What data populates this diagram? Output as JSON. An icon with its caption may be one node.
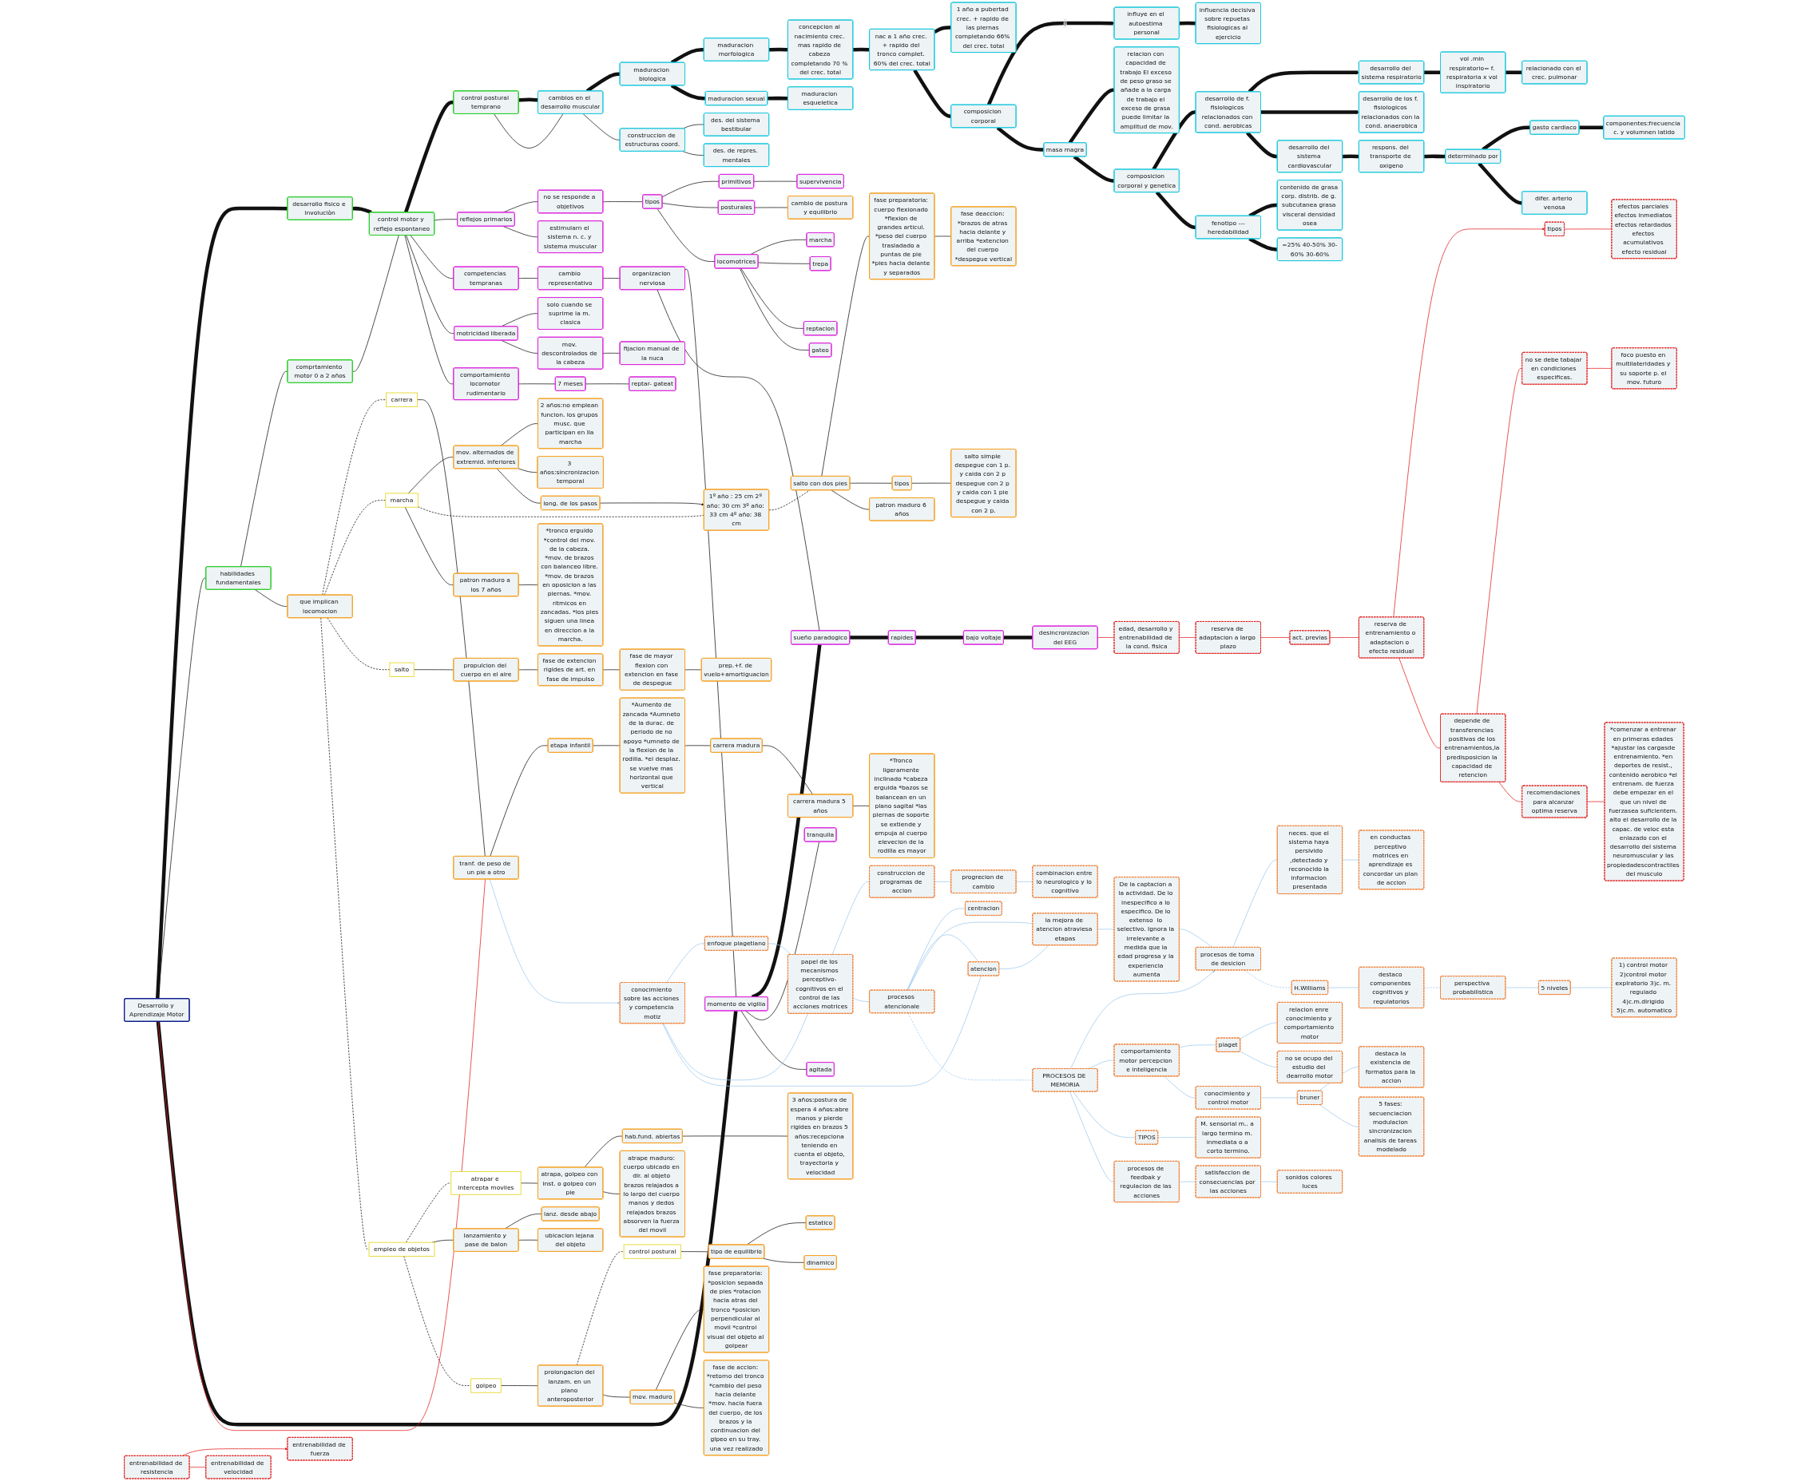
{
  "diagram": {
    "nodes": [
      {
        "text": [
          "Desarrollo y Aprendizaje Motor"
        ]
      },
      {
        "text": [
          "desarrollo fisico e involuciòn"
        ]
      },
      {
        "text": [
          "habilidades fundamentales"
        ]
      },
      {
        "text": [
          "comprtamiento motor 0 a 2 años"
        ]
      },
      {
        "text": [
          "control motor y reflejo espontaneo"
        ]
      },
      {
        "text": [
          "control postural temprano"
        ]
      },
      {
        "text": [
          "reflejos primarios"
        ]
      },
      {
        "text": [
          "no se responde a objetivos"
        ]
      },
      {
        "text": [
          "tipos"
        ]
      },
      {
        "text": [
          "primitivos"
        ]
      },
      {
        "text": [
          "supervivencia"
        ]
      },
      {
        "text": [
          "posturales"
        ]
      },
      {
        "text": [
          "locomotrices"
        ]
      },
      {
        "text": [
          "marcha"
        ]
      },
      {
        "text": [
          "trepa"
        ]
      },
      {
        "text": [
          "reptacion"
        ]
      },
      {
        "text": [
          "gateo"
        ]
      },
      {
        "text": [
          "estimularn el sistema n. c. y sistema muscular"
        ]
      },
      {
        "text": [
          "competencias tempranas"
        ]
      },
      {
        "text": [
          "cambio representativo"
        ]
      },
      {
        "text": [
          "organizacion nerviosa"
        ]
      },
      {
        "text": [
          "momento de vigilia"
        ]
      },
      {
        "text": [
          "tranquila"
        ]
      },
      {
        "text": [
          "agitada"
        ]
      },
      {
        "text": [
          "sueño paradogico"
        ]
      },
      {
        "text": [
          "rapides"
        ]
      },
      {
        "text": [
          "bajo voltaje"
        ]
      },
      {
        "text": [
          "desincronizacion del EEG"
        ]
      },
      {
        "text": [
          "motricidad liberada"
        ]
      },
      {
        "text": [
          "solo cuando se suprime la m. clasica"
        ]
      },
      {
        "text": [
          "mov. descontrolados de la cabeza"
        ]
      },
      {
        "text": [
          "fijacion manual de la nuca"
        ]
      },
      {
        "text": [
          "comportamiento locomotor rudimentario"
        ]
      },
      {
        "text": [
          "7 meses"
        ]
      },
      {
        "text": [
          "reptar- gateat"
        ]
      },
      {
        "text": [
          "cambios en el desarrollo muscular"
        ]
      },
      {
        "text": [
          "construccion de estructuras coord."
        ]
      },
      {
        "text": [
          "des. del sistema bestibular"
        ]
      },
      {
        "text": [
          "des. de repres. mentales"
        ]
      },
      {
        "text": [
          "maduracion biologica"
        ]
      },
      {
        "text": [
          "maduracion morfologica"
        ]
      },
      {
        "text": [
          "concepcion al nacimiento crec. mas rapido de cabeza completando 70 % del crec. total"
        ]
      },
      {
        "text": [
          "nac a 1 año crec. + rapido del tronco complet. 60% del crec. total"
        ]
      },
      {
        "text": [
          "1 año a pubertad crec. + rapido de las piernas completando 66% del crec. total"
        ]
      },
      {
        "text": [
          "maduracion sexual"
        ]
      },
      {
        "text": [
          "maduracion esqueletica"
        ]
      },
      {
        "text": [
          "composicion corporal"
        ]
      },
      {
        "text": [
          "influye en el autoestima personal"
        ]
      },
      {
        "text": [
          "influencia decisiva sobre repuetas fisiologicas al ejercicio"
        ]
      },
      {
        "text": [
          "masa magra"
        ]
      },
      {
        "text": [
          "relacion con capacidad de trabajo El exceso de peso graso se añade a la carga de trabajo el exceso de grasa puede limitar la amplitud de mov."
        ]
      },
      {
        "text": [
          "composicion corporal y genetica"
        ]
      },
      {
        "text": [
          "fenotipo ---heredabilidad"
        ]
      },
      {
        "text": [
          "contenido de grasa corp. distrib. de g. subcutanea grasa visceral densidad osea"
        ]
      },
      {
        "text": [
          "=25% 40-50% 30-60% 30-60%"
        ]
      },
      {
        "text": [
          "desarrollo de f. fisiologicos relacionados con cond. aerobicas"
        ]
      },
      {
        "text": [
          "desarrollo del sistema respiratorio"
        ]
      },
      {
        "text": [
          "desarrollo de los f. fisiologicos relacionados con la cond. anaerobica"
        ]
      },
      {
        "text": [
          "vol .min respiratorio= f. respiratoria x vol inspiratorio"
        ]
      },
      {
        "text": [
          "relacionado con el crec. pulmonar"
        ]
      },
      {
        "text": [
          "desarrollo del sistema cardiovascular"
        ]
      },
      {
        "text": [
          "respons. del transporte de oxigeno"
        ]
      },
      {
        "text": [
          "determinado por"
        ]
      },
      {
        "text": [
          "gasto cardiaco"
        ]
      },
      {
        "text": [
          "difer. arterio venosa"
        ]
      },
      {
        "text": [
          "componentes:frecuencia c. y volumnen latido"
        ]
      },
      {
        "text": [
          "que implican locomocion"
        ]
      },
      {
        "text": [
          "cambio de postura y equilibrio"
        ]
      },
      {
        "text": [
          "carrera"
        ]
      },
      {
        "text": [
          "tranf. de peso de un pie a otro"
        ]
      },
      {
        "text": [
          "etapa infantil"
        ]
      },
      {
        "text": [
          "*Aumento de zancada *Aumneto de la durac. de periodo de no apoyo *umneto de la flexion de la rodilla. *el desplaz. se vuelve mas horizontal que vertical"
        ]
      },
      {
        "text": [
          "carrera madura"
        ]
      },
      {
        "text": [
          "carrera madura 5 años"
        ]
      },
      {
        "text": [
          "*Tronco ligeramente inclinado *cabeza erguida *bazos se balancean en un plano sagital *las piernas de soporte se extiende y empuja al cuerpo elevecion de la rodilla es mayor"
        ]
      },
      {
        "text": [
          "marcha"
        ]
      },
      {
        "text": [
          "mov. alternados de extremid. inferiores"
        ]
      },
      {
        "text": [
          "2 años:no emplean funcion. los grupos musc. que participan en lla marcha"
        ]
      },
      {
        "text": [
          "3 años:sincronizacion temporal"
        ]
      },
      {
        "text": [
          "long. de los pasos"
        ]
      },
      {
        "text": [
          "1º año : 25 cm 2º año: 30 cm 3º año: 33 cm 4º año: 38 cm"
        ]
      },
      {
        "text": [
          "patron maduro a los 7 años"
        ]
      },
      {
        "text": [
          "*tronco erguido *control del mov. de la cabeza. *mov. de brazos con balanceo libre. *mov. de brazos en oposicion a las piernas. *mov. ritmicos en zancadas. *los pies siguen una linea en direccion a la marcha."
        ]
      },
      {
        "text": [
          "salto"
        ]
      },
      {
        "text": [
          "propulcion del cuerpo en el aire"
        ]
      },
      {
        "text": [
          "fase de extencion rigides de art. en fase de impulso"
        ]
      },
      {
        "text": [
          "fase de mayor flexion con extencion en fase de despegue"
        ]
      },
      {
        "text": [
          "prep.+f. de vuelo+amortiguacion"
        ]
      },
      {
        "text": [
          "salto con dos pies"
        ]
      },
      {
        "text": [
          "tipos"
        ]
      },
      {
        "text": [
          "salto simple despegue con 1 p. y caida con 2 p despegue con 2 p y caida con 1 pie despegue y caida con 2 p."
        ]
      },
      {
        "text": [
          "fase preparatoria: cuerpo flexionado *flexion de grandes articul. *peso del cuerpo trasladado a puntas de pie *pies hacia delante y separados"
        ]
      },
      {
        "text": [
          "fase deaccion: *brazos de atras hacia delante y arriba *extencion del cuerpo *despegue vertical"
        ]
      },
      {
        "text": [
          "patron maduro 6 años"
        ]
      },
      {
        "text": [
          "empleo de objetos"
        ]
      },
      {
        "text": [
          "atrapar e intercepta moviles"
        ]
      },
      {
        "text": [
          "lanzamiento y pase de balon"
        ]
      },
      {
        "text": [
          "lanz. desde abajo"
        ]
      },
      {
        "text": [
          "ubicacion lejana del objeto"
        ]
      },
      {
        "text": [
          "atrapa, golpeo con inst. o golpeo con pie"
        ]
      },
      {
        "text": [
          "hab.fund. abiertas"
        ]
      },
      {
        "text": [
          "3 años:postura de espera 4 años:abre manos y pierde rigides en brazos 5 años:recepciona teniendo en cuenta el objeto, trayectoria y velocidad"
        ]
      },
      {
        "text": [
          "atrape maduro: cuerpo ubicado en dir. al objeto brazos relajados a lo largo del cuerpo manos y dedos relajados brazos absorven la fuerza del movil"
        ]
      },
      {
        "text": [
          "golpeo"
        ]
      },
      {
        "text": [
          "prolongacion del lanzam. en un plano anteroposterior"
        ]
      },
      {
        "text": [
          "mov. maduro"
        ]
      },
      {
        "text": [
          "fase preparatoria: *posicion sepaada de pies *rotacion hacia atras del tronco *posicion perpendicular al movil *control visual del objeto al golpear"
        ]
      },
      {
        "text": [
          "fase de accion: *retorno del tronco *cambio del peso hacia delante *mov. hacia fuera del cuerpo, de los brazos y la continuacion del glpeo en su tray. una vez realizado"
        ]
      },
      {
        "text": [
          "control postural"
        ]
      },
      {
        "text": [
          "tipo de equilibrio"
        ]
      },
      {
        "text": [
          "estatico"
        ]
      },
      {
        "text": [
          "dinamico"
        ]
      },
      {
        "text": [
          "edad, desarrollo y entrenabilidad de la cond. fisica"
        ]
      },
      {
        "text": [
          "reserva de adaptacion a largo plazo"
        ]
      },
      {
        "text": [
          "act. previas"
        ]
      },
      {
        "text": [
          "reserva de entrenamiento o adaptacion o  efecto residual"
        ]
      },
      {
        "text": [
          "tipos"
        ]
      },
      {
        "text": [
          "efectos parciales efectos inmediatos efectos retardados efectos acumulativos efecto residual"
        ]
      },
      {
        "text": [
          "depende de transferencias positivas de los entrenamientos,la predisposicion la capacidad de retencion"
        ]
      },
      {
        "text": [
          "no se debe tabajar en condiciones especificas."
        ]
      },
      {
        "text": [
          "recomendaciones para alcanzar optima reserva"
        ]
      },
      {
        "text": [
          "*comenzar a entrenar en primeras edades *ajustar las cargasde entrenamiento. *en deportes de resist., contenido aerobico *el entrenam. de fuerza debe empezar en el que un nivel de fuerzasea suficientem. alto el desarrollo de la capac. de veloc esta enlazado con el desarrollo del sistema neuromuscular y las propiedadescontractiles del musculo"
        ]
      },
      {
        "text": [
          "foco puesto en multilateridades y su soporte p. el mov. futuro"
        ]
      },
      {
        "text": [
          "entrenabilidad de resistencia"
        ]
      },
      {
        "text": [
          "entrenabilidad de fuerza"
        ]
      },
      {
        "text": [
          "entrenabilidad de velocidad"
        ]
      },
      {
        "text": [
          "conocimiento sobre las acciones y competencia motiz"
        ]
      },
      {
        "text": [
          "enfoque piagetiano"
        ]
      },
      {
        "text": [
          "papel de los mecanismos perceptivo- cognitivos en el control de las acciones motrices"
        ]
      },
      {
        "text": [
          "construccion de programas de accion"
        ]
      },
      {
        "text": [
          "progrecion de cambio"
        ]
      },
      {
        "text": [
          "combinacion entre lo neurologico y lo cognitivo"
        ]
      },
      {
        "text": [
          "procesos atencionale"
        ]
      },
      {
        "text": [
          "centracion"
        ]
      },
      {
        "text": [
          "atencion"
        ]
      },
      {
        "text": [
          "la mejora de atencion atraviesa etapas"
        ]
      },
      {
        "text": [
          "De la captacion a la actividad. De lo inespecifico a lo especifico. De lo extenso  lo selectivo. Ignora la irrelevante a medida que la edad progresa y la experiencia aumenta"
        ]
      },
      {
        "text": [
          "procesos de toma de desicion"
        ]
      },
      {
        "text": [
          "neces. que el sistema haya persivido ,detectado y reconocido la informacion presentada"
        ]
      },
      {
        "text": [
          "en conductas perceptivo motrices en aprendizaje es concordar un plan de accion"
        ]
      },
      {
        "text": [
          "PROCESOS DE MEMORIA"
        ]
      },
      {
        "text": [
          "comportamiento motor percepcion e inteligencia"
        ]
      },
      {
        "text": [
          "TIPOS"
        ]
      },
      {
        "text": [
          "M. sensorial m.. a largo termino m. inmediata o a corto termino."
        ]
      },
      {
        "text": [
          "procesos de feedbak y regulacion de las acciones"
        ]
      },
      {
        "text": [
          "satisfaccion de consecuencias por las acciones"
        ]
      },
      {
        "text": [
          "sonidos colores luces"
        ]
      },
      {
        "text": [
          "piaget"
        ]
      },
      {
        "text": [
          "relacion enre conocimiento y comportamiento motor"
        ]
      },
      {
        "text": [
          "no se ocupo del estudio del dearrollo motor"
        ]
      },
      {
        "text": [
          "conocimiento y control motor"
        ]
      },
      {
        "text": [
          "bruner"
        ]
      },
      {
        "text": [
          "destaca la existencia de formatos para la accion"
        ]
      },
      {
        "text": [
          "5 fases: secuenciacion modulacion sincronizacion analisis de tareas modelado"
        ]
      },
      {
        "text": [
          "H.Williams"
        ]
      },
      {
        "text": [
          "destaco componentes cognitivos y regulatorios"
        ]
      },
      {
        "text": [
          "perspectiva probabilistica"
        ]
      },
      {
        "text": [
          "5 niveles"
        ]
      },
      {
        "text": [
          "1) control motor 2)control motor explratorio 3)c. m. regulado 4)c.m.dirigido 5)c.m. automatico"
        ]
      }
    ],
    "edges": [
      {
        "from": 0,
        "to": 1,
        "arrow": "none",
        "style": "thick"
      },
      {
        "from": 0,
        "to": 2,
        "arrow": "none"
      },
      {
        "from": 0,
        "to": 21,
        "arrow": "none",
        "style": "thick"
      },
      {
        "from": 0,
        "to": 69,
        "arrow": "none",
        "color": "#e31b1b"
      },
      {
        "from": 21,
        "to": 24,
        "arrow": "none",
        "style": "thick"
      },
      {
        "from": 24,
        "to": 25,
        "arrow": "none",
        "style": "thick"
      },
      {
        "from": 25,
        "to": 26,
        "arrow": "none",
        "style": "thick"
      },
      {
        "from": 26,
        "to": 27,
        "arrow": "none",
        "style": "thick"
      },
      {
        "from": 27,
        "to": 112,
        "arrow": "none",
        "color": "#e31b1b"
      },
      {
        "from": 1,
        "to": 4,
        "arrow": "none",
        "style": "thick"
      },
      {
        "from": 4,
        "to": 5,
        "arrow": "none",
        "style": "thick"
      },
      {
        "from": 5,
        "to": 35,
        "arrow": "none",
        "style": "thick"
      },
      {
        "from": 35,
        "to": 39,
        "arrow": "none",
        "style": "thick"
      },
      {
        "from": 39,
        "to": 40,
        "arrow": "none",
        "style": "thick"
      },
      {
        "from": 40,
        "to": 41,
        "arrow": "none",
        "style": "thick"
      },
      {
        "from": 41,
        "to": 42,
        "arrow": "none",
        "style": "thick"
      },
      {
        "from": 42,
        "to": 43,
        "arrow": "none",
        "style": "thick"
      },
      {
        "from": 42,
        "to": 46,
        "arrow": "none",
        "style": "thick"
      },
      {
        "from": 39,
        "to": 44,
        "arrow": "none",
        "style": "thick"
      },
      {
        "from": 44,
        "to": 45,
        "arrow": "none",
        "style": "thick"
      },
      {
        "from": 46,
        "to": 47,
        "arrow": "to",
        "style": "thick",
        "label": "?"
      },
      {
        "from": 47,
        "to": 48,
        "arrow": "none",
        "style": "thick"
      },
      {
        "from": 46,
        "to": 49,
        "arrow": "none",
        "style": "thick"
      },
      {
        "from": 49,
        "to": 50,
        "arrow": "none",
        "style": "thick"
      },
      {
        "from": 49,
        "to": 51,
        "arrow": "none",
        "style": "thick"
      },
      {
        "from": 51,
        "to": 55,
        "arrow": "none",
        "style": "thick"
      },
      {
        "from": 55,
        "to": 56,
        "arrow": "to",
        "style": "thick"
      },
      {
        "from": 55,
        "to": 57,
        "arrow": "to",
        "style": "thick"
      },
      {
        "from": 56,
        "to": 58,
        "arrow": "none",
        "style": "thick"
      },
      {
        "from": 58,
        "to": 59,
        "arrow": "none",
        "style": "thick"
      },
      {
        "from": 51,
        "to": 52,
        "arrow": "none",
        "style": "thick"
      },
      {
        "from": 52,
        "to": 53,
        "arrow": "none",
        "style": "thick"
      },
      {
        "from": 52,
        "to": 54,
        "arrow": "none",
        "style": "thick"
      },
      {
        "from": 55,
        "to": 60,
        "arrow": "none",
        "style": "thick"
      },
      {
        "from": 60,
        "to": 61,
        "arrow": "none",
        "style": "thick"
      },
      {
        "from": 61,
        "to": 62,
        "arrow": "none",
        "style": "thick"
      },
      {
        "from": 62,
        "to": 63,
        "arrow": "none",
        "style": "thick"
      },
      {
        "from": 62,
        "to": 64,
        "arrow": "none",
        "style": "thick"
      },
      {
        "from": 63,
        "to": 65,
        "arrow": "none",
        "style": "thick"
      },
      {
        "from": 2,
        "to": 3,
        "arrow": "none"
      },
      {
        "from": 3,
        "to": 4,
        "arrow": "none"
      },
      {
        "from": 2,
        "to": 66,
        "arrow": "none"
      },
      {
        "from": 4,
        "to": 6,
        "arrow": "none"
      },
      {
        "from": 6,
        "to": 7,
        "arrow": "none"
      },
      {
        "from": 6,
        "to": 17,
        "arrow": "none"
      },
      {
        "from": 7,
        "to": 8,
        "arrow": "none"
      },
      {
        "from": 8,
        "to": 9,
        "arrow": "none"
      },
      {
        "from": 9,
        "to": 10,
        "arrow": "none"
      },
      {
        "from": 8,
        "to": 11,
        "arrow": "none"
      },
      {
        "from": 11,
        "to": 67,
        "arrow": "none"
      },
      {
        "from": 8,
        "to": 12,
        "arrow": "none"
      },
      {
        "from": 12,
        "to": 13,
        "arrow": "none"
      },
      {
        "from": 12,
        "to": 14,
        "arrow": "none"
      },
      {
        "from": 12,
        "to": 15,
        "arrow": "none"
      },
      {
        "from": 12,
        "to": 16,
        "arrow": "none"
      },
      {
        "from": 4,
        "to": 18,
        "arrow": "none"
      },
      {
        "from": 18,
        "to": 19,
        "arrow": "none"
      },
      {
        "from": 19,
        "to": 20,
        "arrow": "none"
      },
      {
        "from": 20,
        "to": 21,
        "arrow": "none"
      },
      {
        "from": 20,
        "to": 24,
        "arrow": "none"
      },
      {
        "from": 21,
        "to": 22,
        "arrow": "none"
      },
      {
        "from": 21,
        "to": 23,
        "arrow": "none"
      },
      {
        "from": 4,
        "to": 28,
        "arrow": "none"
      },
      {
        "from": 28,
        "to": 29,
        "arrow": "none"
      },
      {
        "from": 28,
        "to": 30,
        "arrow": "none"
      },
      {
        "from": 30,
        "to": 31,
        "arrow": "none"
      },
      {
        "from": 4,
        "to": 32,
        "arrow": "none"
      },
      {
        "from": 32,
        "to": 33,
        "arrow": "none"
      },
      {
        "from": 33,
        "to": 34,
        "arrow": "none"
      },
      {
        "from": 5,
        "to": 35,
        "arrow": "none"
      },
      {
        "from": 35,
        "to": 36,
        "arrow": "none"
      },
      {
        "from": 36,
        "to": 37,
        "arrow": "none"
      },
      {
        "from": 36,
        "to": 38,
        "arrow": "none"
      },
      {
        "from": 66,
        "to": 68,
        "arrow": "none",
        "style": "dashed"
      },
      {
        "from": 68,
        "to": 69,
        "arrow": "none"
      },
      {
        "from": 66,
        "to": 75,
        "arrow": "none",
        "style": "dashed"
      },
      {
        "from": 66,
        "to": 83,
        "arrow": "none",
        "style": "dashed"
      },
      {
        "from": 66,
        "to": 94,
        "arrow": "none",
        "style": "dashed"
      },
      {
        "from": 69,
        "to": 70,
        "arrow": "none"
      },
      {
        "from": 70,
        "to": 71,
        "arrow": "none"
      },
      {
        "from": 71,
        "to": 72,
        "arrow": "none"
      },
      {
        "from": 72,
        "to": 73,
        "arrow": "none"
      },
      {
        "from": 73,
        "to": 74,
        "arrow": "none"
      },
      {
        "from": 69,
        "to": 126,
        "arrow": "to",
        "color": "#9cc8ee"
      },
      {
        "from": 75,
        "to": 76,
        "arrow": "none"
      },
      {
        "from": 76,
        "to": 77,
        "arrow": "none"
      },
      {
        "from": 76,
        "to": 78,
        "arrow": "none"
      },
      {
        "from": 76,
        "to": 79,
        "arrow": "none"
      },
      {
        "from": 79,
        "to": 80,
        "arrow": "to"
      },
      {
        "from": 75,
        "to": 80,
        "arrow": "none",
        "style": "dashed"
      },
      {
        "from": 75,
        "to": 81,
        "arrow": "none"
      },
      {
        "from": 81,
        "to": 82,
        "arrow": "none"
      },
      {
        "from": 80,
        "to": 88,
        "arrow": "none",
        "style": "dashed"
      },
      {
        "from": 88,
        "to": 91,
        "arrow": "none"
      },
      {
        "from": 88,
        "to": 89,
        "arrow": "none"
      },
      {
        "from": 89,
        "to": 90,
        "arrow": "none"
      },
      {
        "from": 91,
        "to": 92,
        "arrow": "none"
      },
      {
        "from": 88,
        "to": 93,
        "arrow": "none"
      },
      {
        "from": 83,
        "to": 84,
        "arrow": "none"
      },
      {
        "from": 84,
        "to": 85,
        "arrow": "none"
      },
      {
        "from": 85,
        "to": 86,
        "arrow": "none"
      },
      {
        "from": 86,
        "to": 87,
        "arrow": "none"
      },
      {
        "from": 94,
        "to": 95,
        "arrow": "none",
        "style": "dashed"
      },
      {
        "from": 94,
        "to": 96,
        "arrow": "none"
      },
      {
        "from": 94,
        "to": 103,
        "arrow": "none",
        "style": "dashed"
      },
      {
        "from": 96,
        "to": 97,
        "arrow": "none"
      },
      {
        "from": 96,
        "to": 98,
        "arrow": "none"
      },
      {
        "from": 95,
        "to": 99,
        "arrow": "none"
      },
      {
        "from": 99,
        "to": 100,
        "arrow": "none"
      },
      {
        "from": 100,
        "to": 101,
        "arrow": "none"
      },
      {
        "from": 99,
        "to": 102,
        "arrow": "none"
      },
      {
        "from": 103,
        "to": 104,
        "arrow": "none"
      },
      {
        "from": 104,
        "to": 108,
        "arrow": "none",
        "style": "dashed"
      },
      {
        "from": 108,
        "to": 109,
        "arrow": "none"
      },
      {
        "from": 109,
        "to": 110,
        "arrow": "none"
      },
      {
        "from": 109,
        "to": 111,
        "arrow": "none"
      },
      {
        "from": 104,
        "to": 105,
        "arrow": "none"
      },
      {
        "from": 105,
        "to": 106,
        "arrow": "none"
      },
      {
        "from": 105,
        "to": 107,
        "arrow": "none"
      },
      {
        "from": 112,
        "to": 113,
        "arrow": "none",
        "color": "#e31b1b"
      },
      {
        "from": 113,
        "to": 114,
        "arrow": "none",
        "color": "#e31b1b"
      },
      {
        "from": 114,
        "to": 115,
        "arrow": "none",
        "color": "#e31b1b"
      },
      {
        "from": 115,
        "to": 116,
        "arrow": "to",
        "color": "#e31b1b"
      },
      {
        "from": 116,
        "to": 117,
        "arrow": "none",
        "color": "#e31b1b"
      },
      {
        "from": 115,
        "to": 118,
        "arrow": "none",
        "color": "#e31b1b"
      },
      {
        "from": 118,
        "to": 119,
        "arrow": "none",
        "color": "#e31b1b"
      },
      {
        "from": 118,
        "to": 120,
        "arrow": "none",
        "color": "#e31b1b"
      },
      {
        "from": 120,
        "to": 121,
        "arrow": "none",
        "color": "#e31b1b"
      },
      {
        "from": 119,
        "to": 122,
        "arrow": "none",
        "color": "#e31b1b"
      },
      {
        "from": 123,
        "to": 124,
        "arrow": "to",
        "color": "#e31b1b"
      },
      {
        "from": 123,
        "to": 125,
        "arrow": "none",
        "color": "#e31b1b"
      },
      {
        "from": 126,
        "to": 127,
        "arrow": "none",
        "color": "#9cc8ee"
      },
      {
        "from": 127,
        "to": 128,
        "arrow": "none",
        "color": "#9cc8ee"
      },
      {
        "from": 126,
        "to": 128,
        "arrow": "none",
        "color": "#9cc8ee"
      },
      {
        "from": 126,
        "to": 134,
        "arrow": "none",
        "color": "#9cc8ee"
      },
      {
        "from": 128,
        "to": 129,
        "arrow": "none",
        "color": "#9cc8ee"
      },
      {
        "from": 128,
        "to": 132,
        "arrow": "none",
        "color": "#9cc8ee"
      },
      {
        "from": 129,
        "to": 130,
        "arrow": "none",
        "color": "#9cc8ee"
      },
      {
        "from": 130,
        "to": 131,
        "arrow": "none",
        "color": "#9cc8ee"
      },
      {
        "from": 132,
        "to": 133,
        "arrow": "none",
        "color": "#9cc8ee"
      },
      {
        "from": 132,
        "to": 134,
        "arrow": "none",
        "color": "#9cc8ee"
      },
      {
        "from": 132,
        "to": 135,
        "arrow": "none",
        "color": "#9cc8ee"
      },
      {
        "from": 134,
        "to": 135,
        "arrow": "none",
        "color": "#9cc8ee"
      },
      {
        "from": 135,
        "to": 136,
        "arrow": "none",
        "color": "#9cc8ee"
      },
      {
        "from": 136,
        "to": 137,
        "arrow": "none",
        "color": "#9cc8ee"
      },
      {
        "from": 132,
        "to": 140,
        "arrow": "none",
        "style": "dashed",
        "color": "#9cc8ee"
      },
      {
        "from": 140,
        "to": 137,
        "arrow": "to",
        "color": "#9cc8ee"
      },
      {
        "from": 137,
        "to": 138,
        "arrow": "none",
        "color": "#9cc8ee"
      },
      {
        "from": 138,
        "to": 139,
        "arrow": "none",
        "color": "#9cc8ee"
      },
      {
        "from": 137,
        "to": 154,
        "arrow": "none",
        "style": "dashed",
        "color": "#9cc8ee"
      },
      {
        "from": 140,
        "to": 141,
        "arrow": "none",
        "color": "#9cc8ee"
      },
      {
        "from": 140,
        "to": 142,
        "arrow": "none",
        "color": "#9cc8ee"
      },
      {
        "from": 142,
        "to": 143,
        "arrow": "none",
        "color": "#9cc8ee"
      },
      {
        "from": 140,
        "to": 144,
        "arrow": "none",
        "color": "#9cc8ee"
      },
      {
        "from": 144,
        "to": 145,
        "arrow": "none",
        "color": "#9cc8ee"
      },
      {
        "from": 145,
        "to": 146,
        "arrow": "none",
        "color": "#9cc8ee"
      },
      {
        "from": 141,
        "to": 147,
        "arrow": "none",
        "color": "#9cc8ee"
      },
      {
        "from": 147,
        "to": 148,
        "arrow": "none",
        "color": "#9cc8ee"
      },
      {
        "from": 147,
        "to": 149,
        "arrow": "none",
        "color": "#9cc8ee"
      },
      {
        "from": 141,
        "to": 150,
        "arrow": "none",
        "color": "#9cc8ee"
      },
      {
        "from": 150,
        "to": 151,
        "arrow": "none",
        "color": "#9cc8ee"
      },
      {
        "from": 151,
        "to": 152,
        "arrow": "none",
        "color": "#9cc8ee"
      },
      {
        "from": 151,
        "to": 153,
        "arrow": "none",
        "color": "#9cc8ee"
      },
      {
        "from": 154,
        "to": 155,
        "arrow": "none",
        "color": "#9cc8ee"
      },
      {
        "from": 155,
        "to": 156,
        "arrow": "none",
        "style": "dashed",
        "color": "#9cc8ee"
      },
      {
        "from": 156,
        "to": 157,
        "arrow": "none",
        "color": "#9cc8ee"
      },
      {
        "from": 157,
        "to": 158,
        "arrow": "none",
        "color": "#9cc8ee"
      }
    ]
  }
}
